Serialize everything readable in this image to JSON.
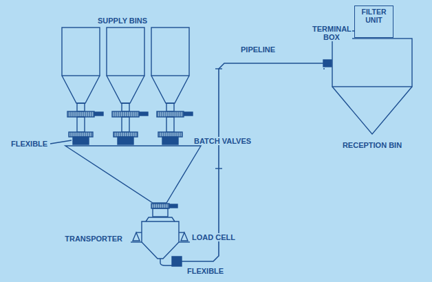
{
  "diagram": {
    "nodes": [
      {
        "text": [
          "TRANSPORTER"
        ]
      },
      {
        "text": [
          "FILTER UNIT"
        ]
      },
      {
        "text": [
          "RECEPTION BIN"
        ]
      }
    ],
    "edges": [
      {
        "from": 0,
        "to": 2,
        "arrow": "none",
        "label": "PIPELINE"
      }
    ],
    "labels": [
      "SUPPLY BINS",
      "FLEXIBLE",
      "BATCH VALVES",
      "LOAD CELL",
      "FLEXIBLE",
      "TERMINAL BOX"
    ]
  }
}
